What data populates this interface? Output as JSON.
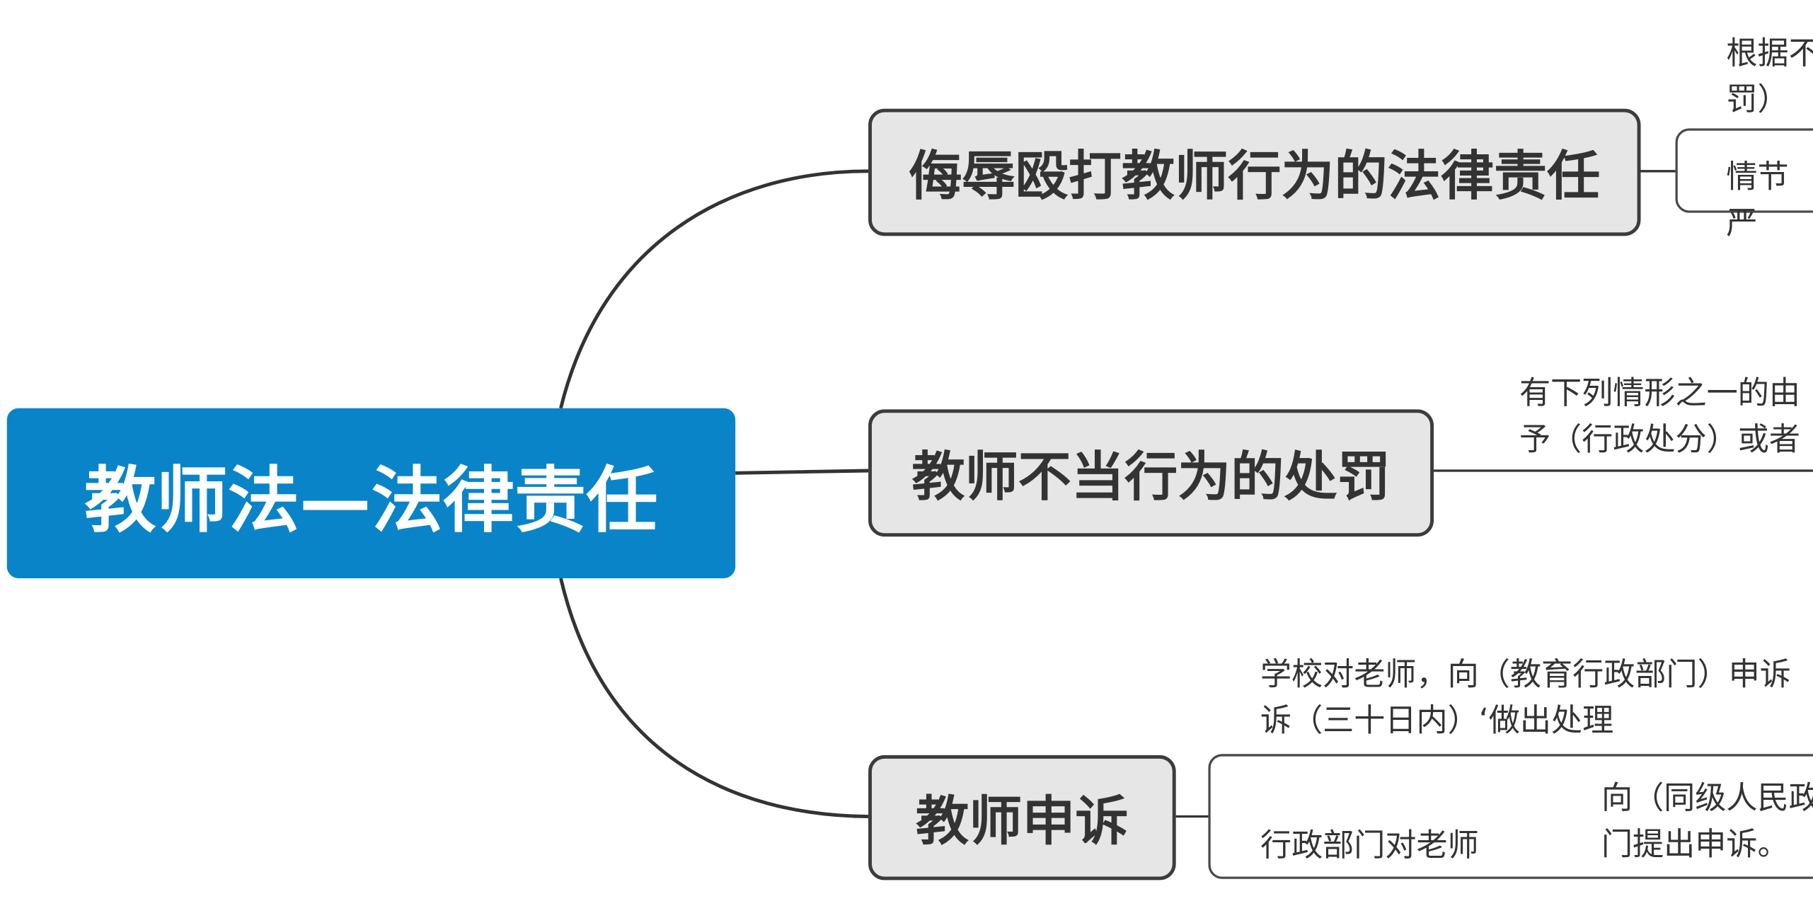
{
  "root": {
    "label": "教师法—法律责任"
  },
  "branches": [
    {
      "label": "侮辱殴打教师行为的法律责任",
      "note": "根据不\n罚）",
      "leaf": "情节严"
    },
    {
      "label": "教师不当行为的处罚",
      "note": "有下列情形之一的由\n予（行政处分）或者"
    },
    {
      "label": "教师申诉",
      "note": "学校对老师，向（教育行政部门）申诉\n诉（三十日内）‘做出处理",
      "leaf_left": "行政部门对老师",
      "leaf_right": "向（同级人民政\n门提出申诉。"
    }
  ],
  "colors": {
    "root_fill": "#0a84c9",
    "branch_fill": "#e6e6e6",
    "line": "#333333"
  }
}
